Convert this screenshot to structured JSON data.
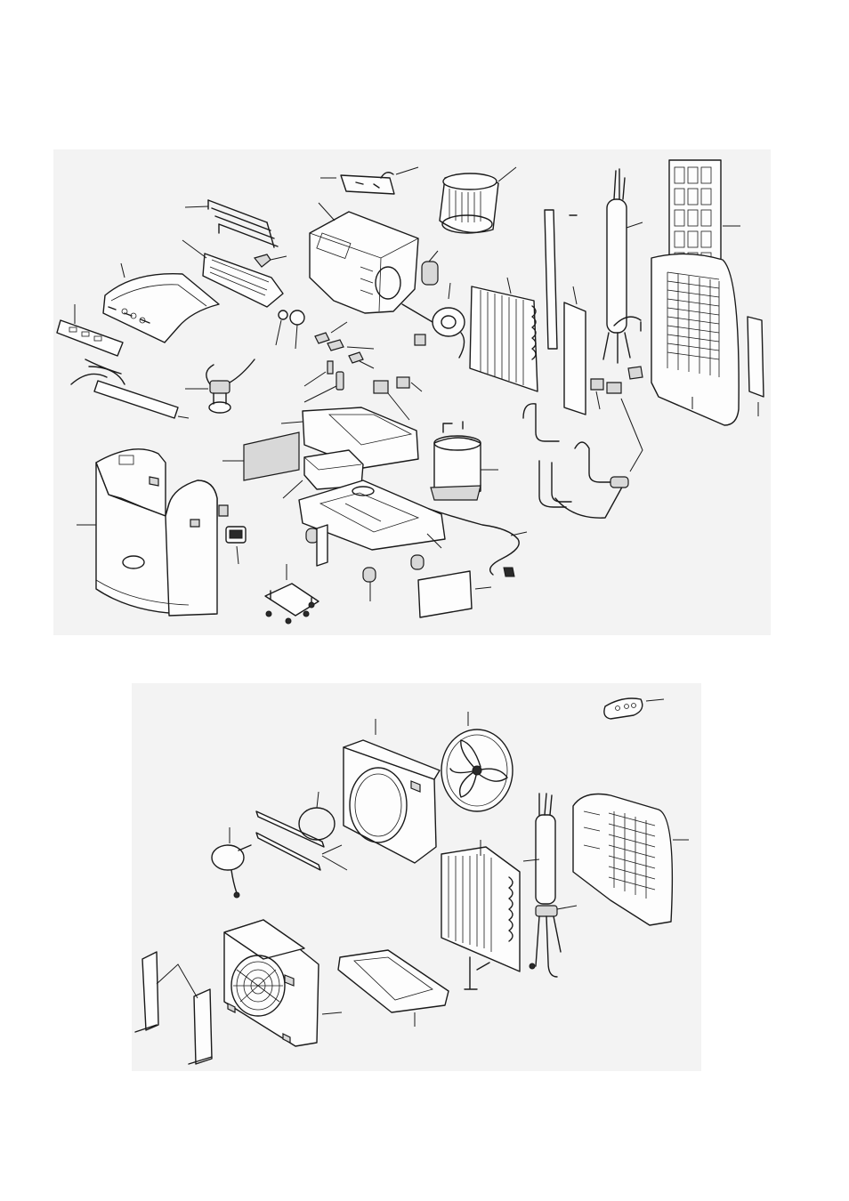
{
  "diagram": {
    "type": "exploded-parts-view",
    "panels": [
      {
        "name": "main-unit"
      },
      {
        "name": "outdoor-unit"
      }
    ],
    "colors": {
      "background": "#ffffff",
      "panel": "#f3f3f3",
      "line": "#1a1a1a"
    }
  }
}
